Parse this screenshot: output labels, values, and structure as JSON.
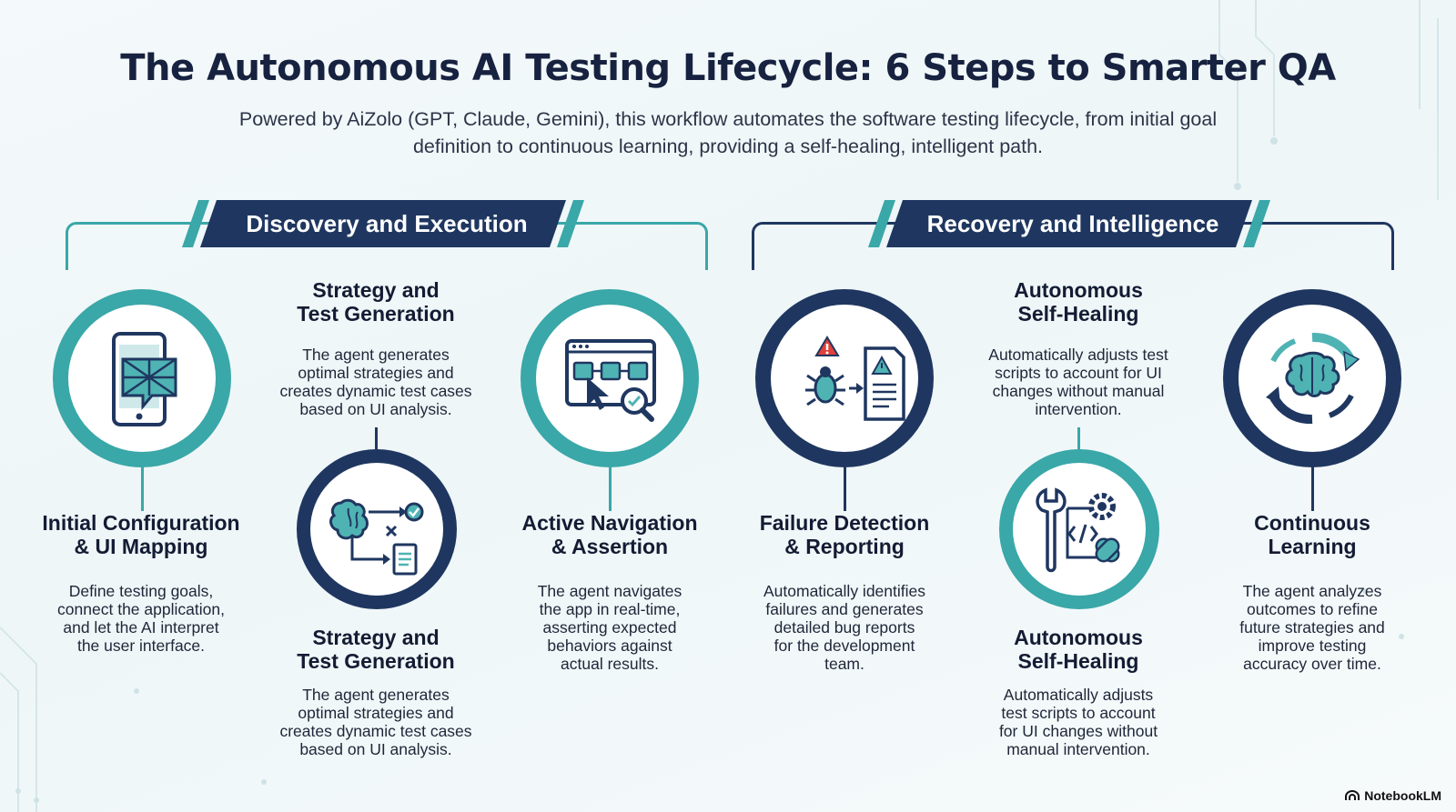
{
  "title": "The Autonomous AI Testing Lifecycle: 6 Steps to Smarter QA",
  "subtitle_line1": "Powered by AiZolo (GPT, Claude, Gemini), this workflow automates the software testing lifecycle, from initial goal",
  "subtitle_line2": "definition to continuous learning, providing a self-healing, intelligent path.",
  "sections": {
    "discovery": "Discovery and Execution",
    "recovery": "Recovery and Intelligence"
  },
  "steps": {
    "s1": {
      "head1": "Initial Configuration",
      "head2": "& UI Mapping",
      "desc": [
        "Define testing goals,",
        "connect the application,",
        "and let the AI interpret",
        "the user interface."
      ]
    },
    "s2a": {
      "head1": "Strategy and",
      "head2": "Test Generation",
      "desc": [
        "The agent generates",
        "optimal strategies and",
        "creates dynamic test cases",
        "based on UI analysis."
      ]
    },
    "s2b": {
      "head1": "Strategy and",
      "head2": "Test Generation",
      "desc": [
        "The agent generates",
        "optimal strategies and",
        "creates dynamic test cases",
        "based on UI analysis."
      ]
    },
    "s3": {
      "head1": "Active Navigation",
      "head2": "& Assertion",
      "desc": [
        "The agent navigates",
        "the app in real-time,",
        "asserting expected",
        "behaviors against",
        "actual results."
      ]
    },
    "s4": {
      "head1": "Failure Detection",
      "head2": "& Reporting",
      "desc": [
        "Automatically identifies",
        "failures and generates",
        "detailed bug reports",
        "for the development",
        "team."
      ]
    },
    "s5a": {
      "head1": "Autonomous",
      "head2": "Self-Healing",
      "desc": [
        "Automatically adjusts test",
        "scripts to account for UI",
        "changes without manual",
        "intervention."
      ]
    },
    "s5b": {
      "head1": "Autonomous",
      "head2": "Self-Healing",
      "desc": [
        "Automatically adjusts",
        "test scripts to account",
        "for UI changes without",
        "manual intervention."
      ]
    },
    "s6": {
      "head1": "Continuous",
      "head2": "Learning",
      "desc": [
        "The agent analyzes",
        "outcomes to refine",
        "future strategies and",
        "improve testing",
        "accuracy over time."
      ]
    }
  },
  "icons": {
    "s1": "mobile-map-icon",
    "s2": "brain-flow-icon",
    "s3": "browser-search-icon",
    "s4": "bug-report-icon",
    "s5": "wrench-code-icon",
    "s6": "brain-cycle-icon"
  },
  "colors": {
    "teal": "#3aa7a8",
    "navy": "#1f3760",
    "dark_text": "#16223f"
  },
  "brand": "NotebookLM"
}
